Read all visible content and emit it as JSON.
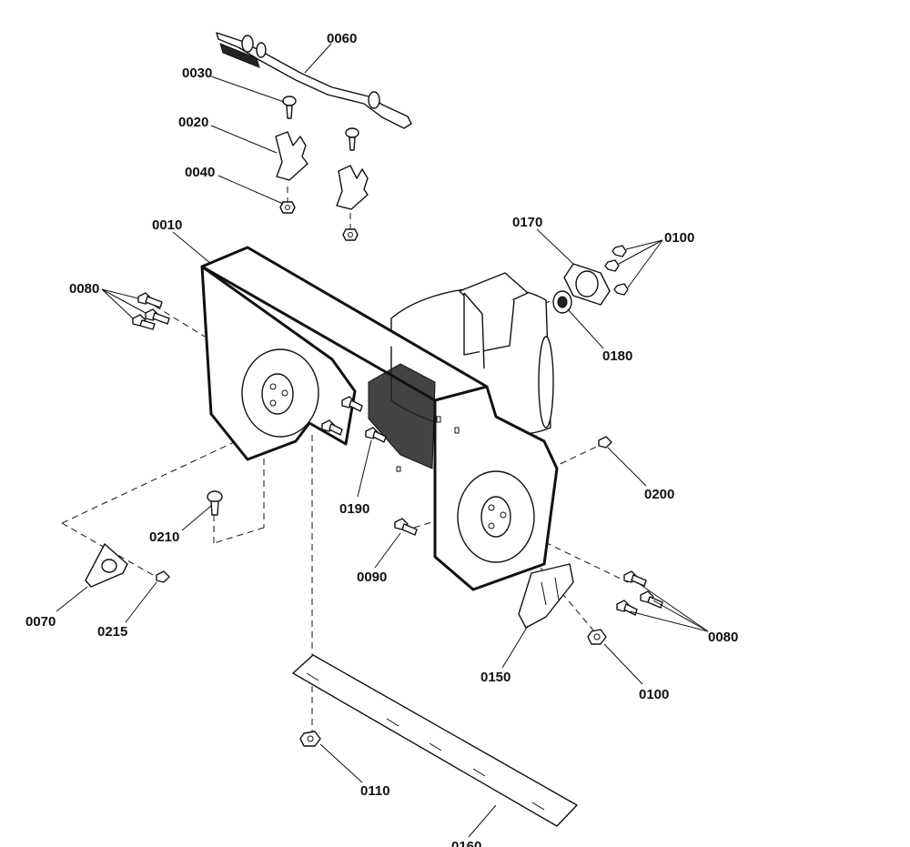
{
  "diagram": {
    "callouts": {
      "c0060": "0060",
      "c0030": "0030",
      "c0020": "0020",
      "c0040": "0040",
      "c0010": "0010",
      "c0080a": "0080",
      "c0170": "0170",
      "c0100a": "0100",
      "c0180": "0180",
      "c0200": "0200",
      "c0190": "0190",
      "c0210": "0210",
      "c0090": "0090",
      "c0070": "0070",
      "c0215": "0215",
      "c0080b": "0080",
      "c0150": "0150",
      "c0100b": "0100",
      "c0110": "0110",
      "c0160": "0160"
    },
    "colors": {
      "line": "#111111",
      "background": "#ffffff"
    }
  }
}
